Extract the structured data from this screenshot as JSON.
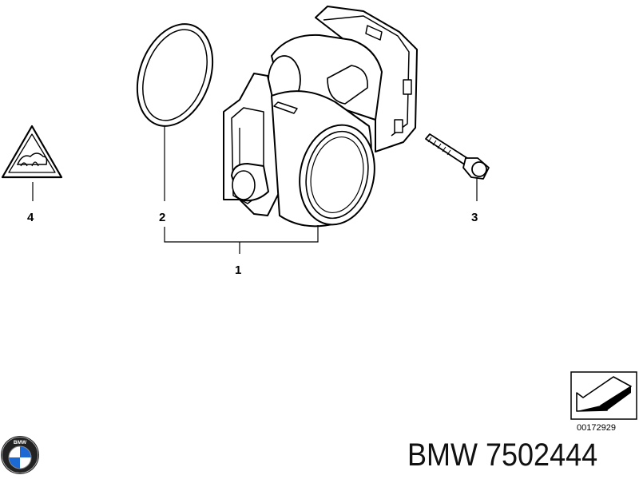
{
  "callouts": {
    "c1": "1",
    "c2": "2",
    "c3": "3",
    "c4": "4"
  },
  "reference_number": "00172929",
  "logo_letters": "BMW",
  "part_number_label": "BMW 7502444",
  "colors": {
    "line": "#000000",
    "logo_blue": "#1c69d4",
    "logo_ring": "#111111"
  },
  "icons": {
    "warning": "hot-surface-warning-icon",
    "arrow": "view-direction-arrow-icon",
    "logo": "bmw-roundel-icon"
  }
}
